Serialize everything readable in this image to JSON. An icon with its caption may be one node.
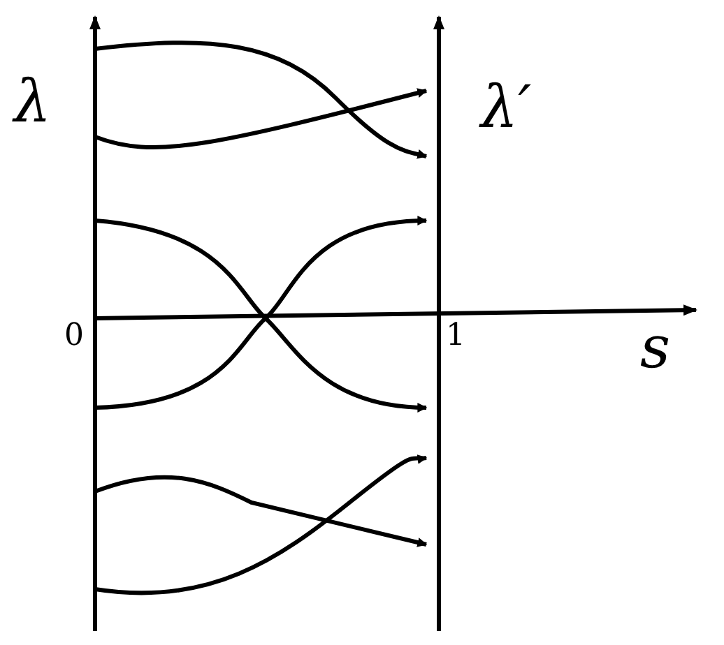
{
  "diagram": {
    "labels": [
      "λ",
      "λ′",
      "0",
      "1",
      "s"
    ]
  }
}
